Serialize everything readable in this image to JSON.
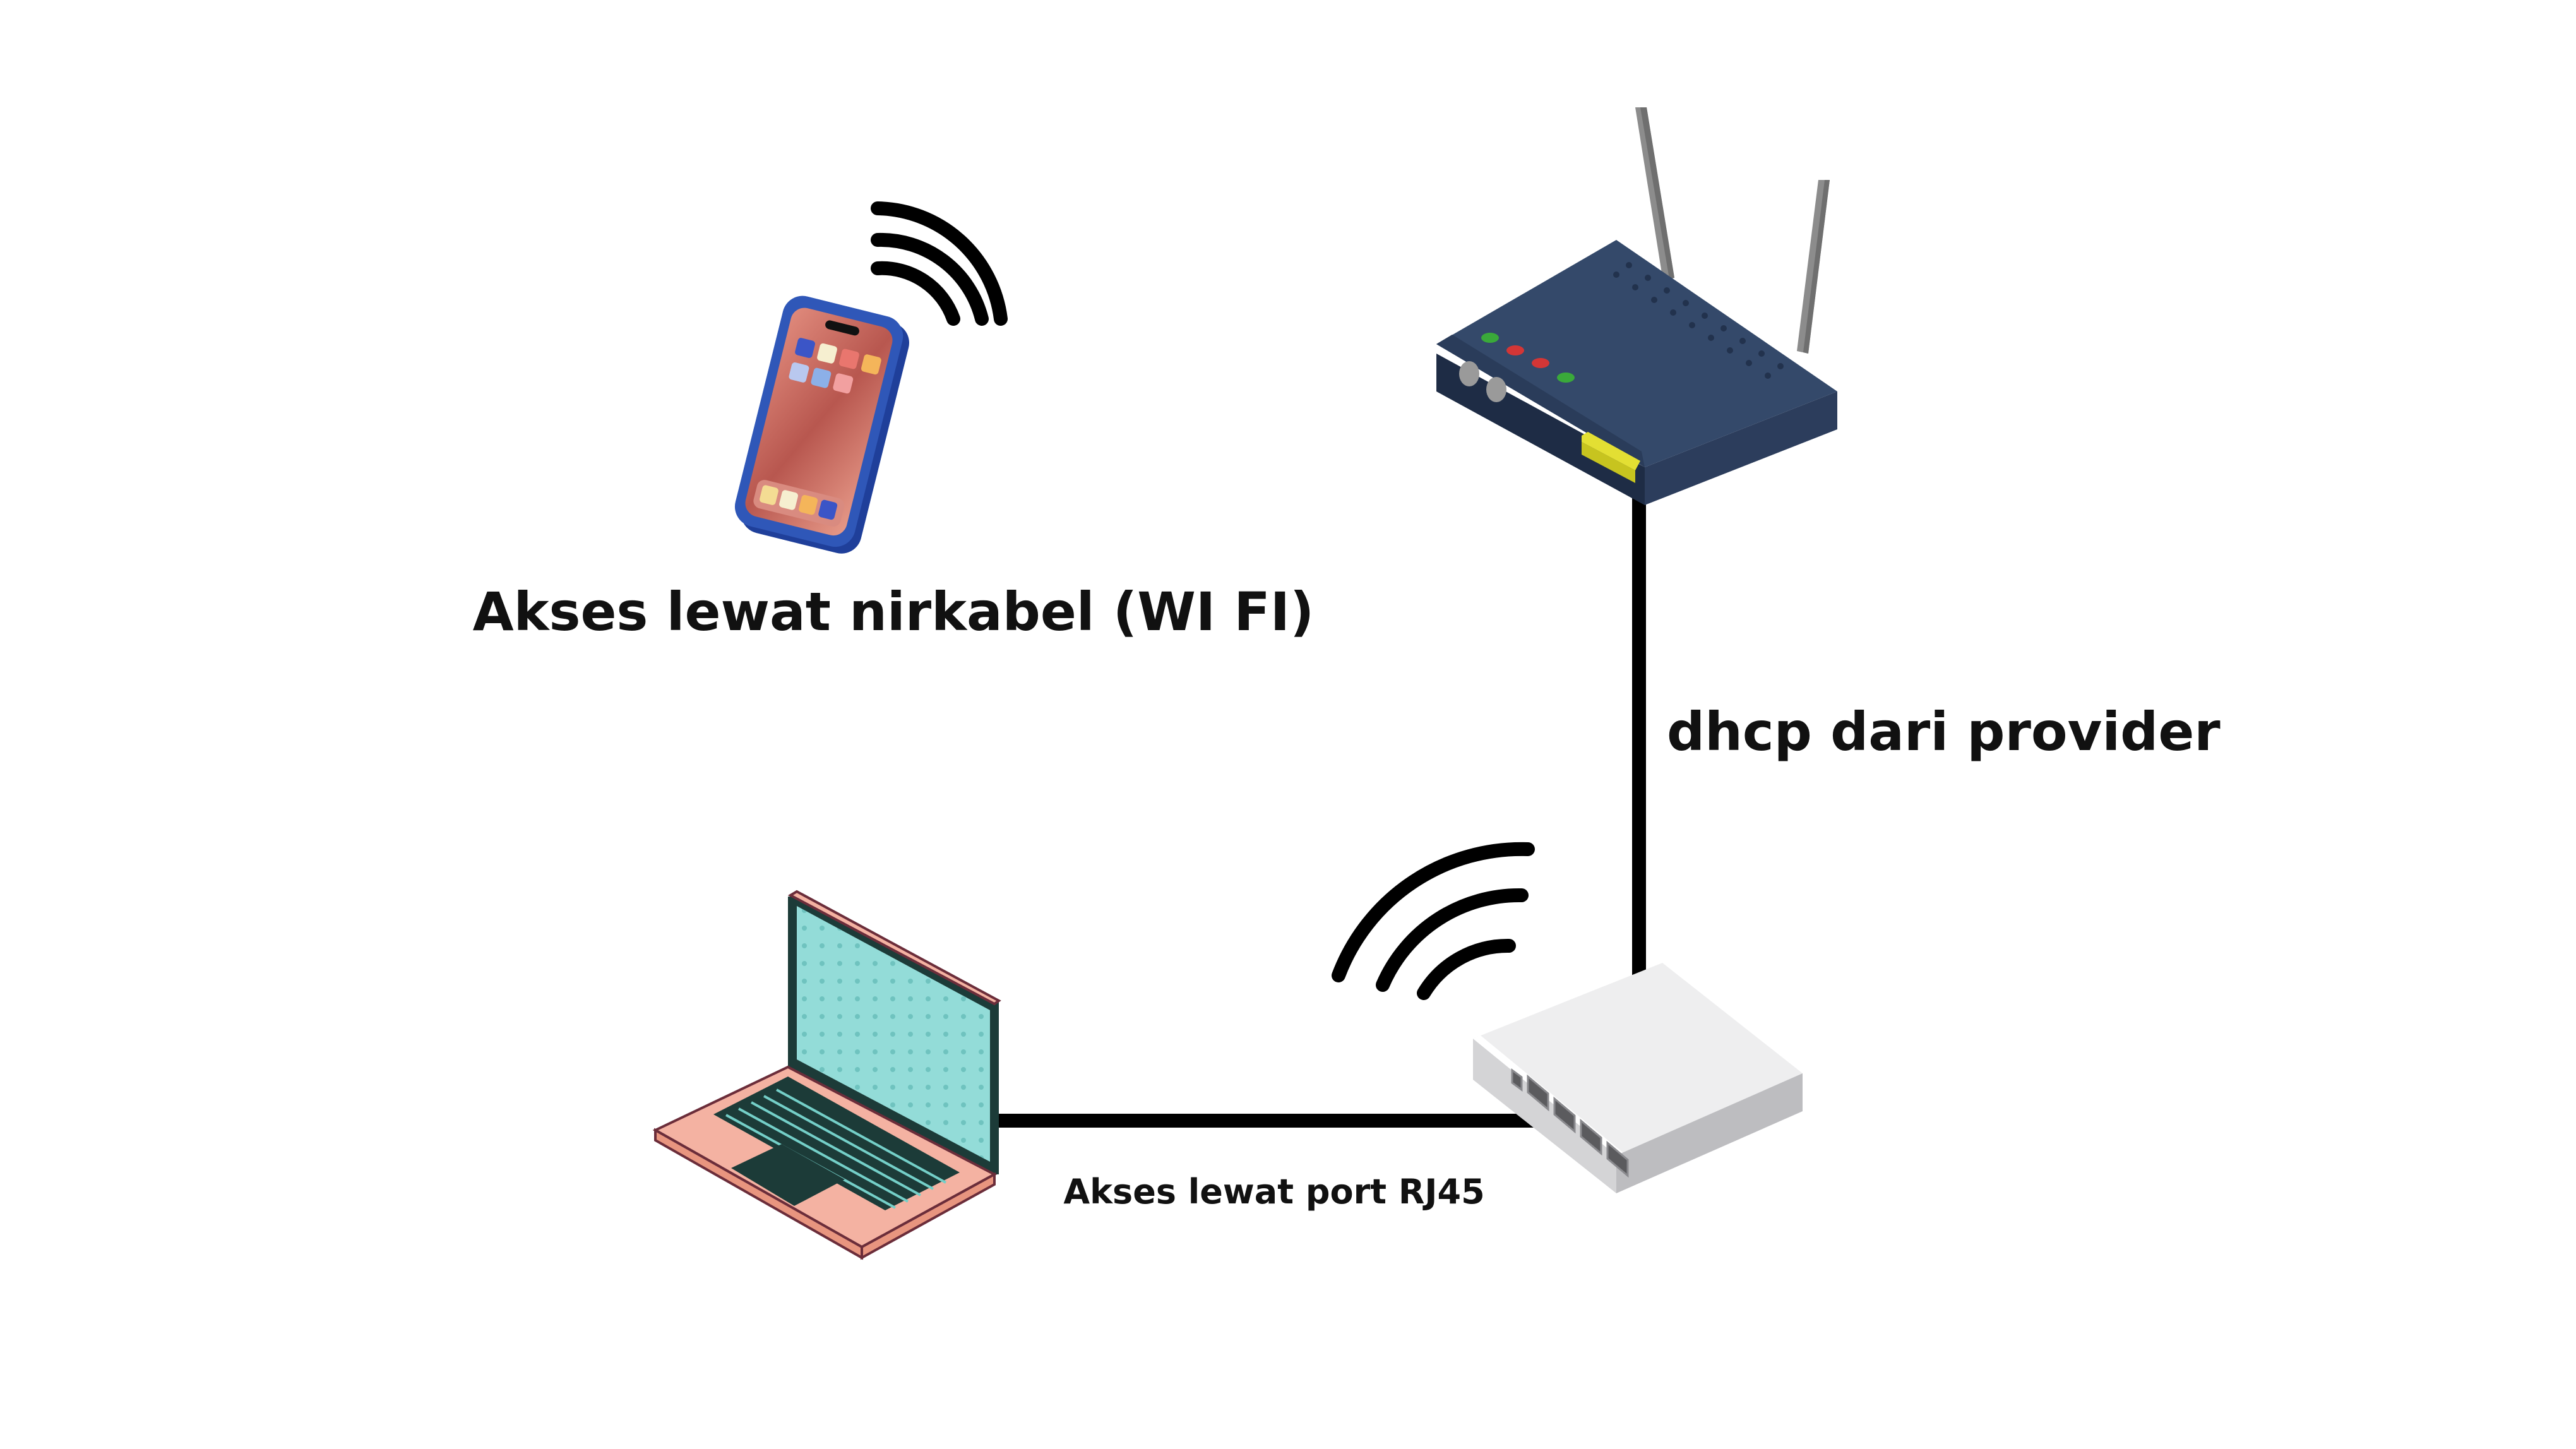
{
  "labels": {
    "wifi_access": "Akses lewat nirkabel (WI FI)",
    "dhcp": "dhcp dari provider",
    "rj45_access": "Akses lewat port RJ45"
  },
  "colors": {
    "cable": "#000000",
    "modem_body": "#34496a",
    "router_body": "#eeeeef",
    "laptop_screen": "#93dcd8",
    "laptop_body": "#f4b2a2",
    "phone_frame": "#2f57b8"
  },
  "icons": {
    "phone": "smartphone-icon",
    "modem": "wifi-modem-icon",
    "router": "switch-router-icon",
    "laptop": "laptop-icon"
  }
}
